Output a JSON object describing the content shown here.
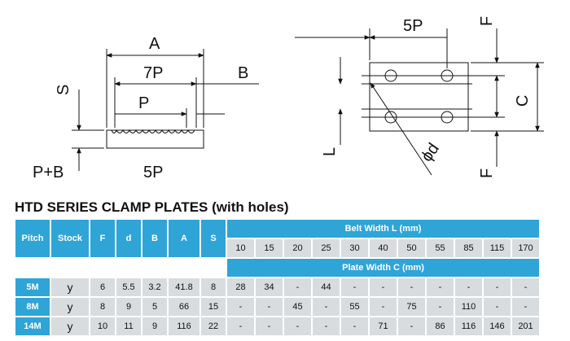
{
  "diagram": {
    "left": {
      "dim_A": "A",
      "dim_7P": "7P",
      "dim_B": "B",
      "dim_P": "P",
      "dim_S": "S",
      "dim_PB": "P+B",
      "dim_5P": "5P"
    },
    "right": {
      "dim_5P": "5P",
      "dim_F_top": "F",
      "dim_C": "C",
      "dim_L": "L",
      "dim_phi": "ϕd",
      "dim_F_bottom": "F"
    }
  },
  "title": "HTD SERIES CLAMP PLATES (with holes)",
  "table": {
    "headers": {
      "pitch": "Pitch",
      "stock": "Stock",
      "F": "F",
      "d": "d",
      "B": "B",
      "A": "A",
      "S": "S",
      "belt_width": "Belt Width L (mm)",
      "plate_width": "Plate Width C (mm)"
    },
    "belt_widths": [
      "10",
      "15",
      "20",
      "25",
      "30",
      "40",
      "50",
      "55",
      "85",
      "115",
      "170"
    ],
    "rows": [
      {
        "pitch": "5M",
        "stock": "y",
        "F": "6",
        "d": "5.5",
        "B": "3.2",
        "A": "41.8",
        "S": "8",
        "plate_widths": [
          "28",
          "34",
          "-",
          "44",
          "-",
          "-",
          "-",
          "-",
          "-",
          "-",
          "-"
        ]
      },
      {
        "pitch": "8M",
        "stock": "y",
        "F": "8",
        "d": "9",
        "B": "5",
        "A": "66",
        "S": "15",
        "plate_widths": [
          "-",
          "-",
          "45",
          "-",
          "55",
          "-",
          "75",
          "-",
          "110",
          "-",
          "-"
        ]
      },
      {
        "pitch": "14M",
        "stock": "y",
        "F": "10",
        "d": "11",
        "B": "9",
        "A": "116",
        "S": "22",
        "plate_widths": [
          "-",
          "-",
          "-",
          "-",
          "-",
          "71",
          "-",
          "86",
          "116",
          "146",
          "201"
        ]
      }
    ]
  }
}
